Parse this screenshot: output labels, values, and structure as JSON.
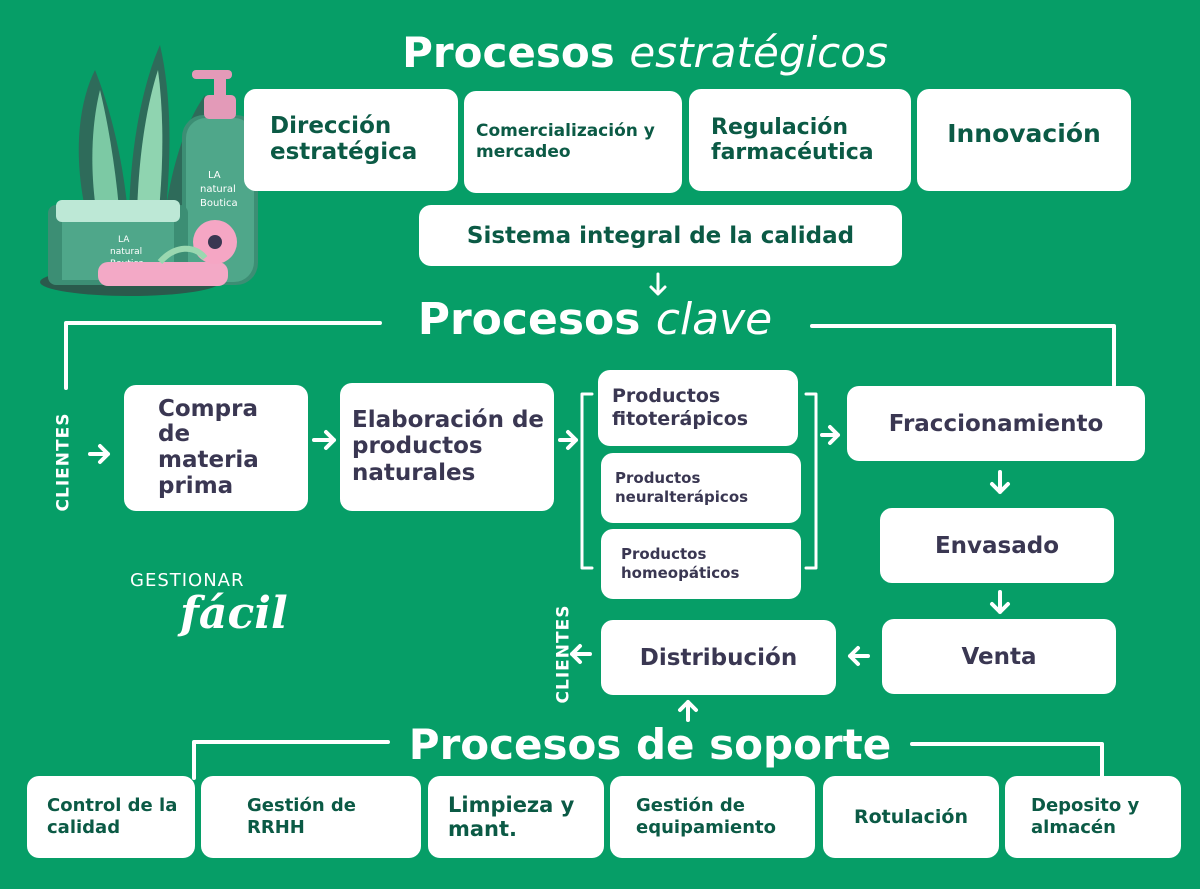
{
  "strategic": {
    "title_bold": "Procesos",
    "title_italic": "estratégicos",
    "boxes": [
      "Dirección estratégica",
      "Comercialización y mercadeo",
      "Regulación farmacéutica",
      "Innovación"
    ],
    "quality": "Sistema integral de la calidad"
  },
  "key": {
    "title_bold": "Procesos",
    "title_italic": "clave",
    "clients_left": "CLIENTES",
    "compra": "Compra de materia prima",
    "elaboracion": "Elaboración de productos naturales",
    "products": [
      "Productos fitoterápicos",
      "Productos neuralterápicos",
      "Productos homeopáticos"
    ],
    "fraccionamiento": "Fraccionamiento",
    "envasado": "Envasado",
    "venta": "Venta",
    "distribucion": "Distribución",
    "clients_right": "CLIENTES"
  },
  "support": {
    "title": "Procesos de soporte",
    "boxes": [
      "Control de la calidad",
      "Gestión de RRHH",
      "Limpieza y mant.",
      "Gestión de equipamiento",
      "Rotulación",
      "Deposito y almacén"
    ]
  },
  "logo": {
    "line1": "GESTIONAR",
    "line2": "fácil"
  },
  "illustration": {
    "label_a": "LA natural Boutica",
    "label_b": "LA natural Boutica"
  },
  "colors": {
    "background": "#069E67",
    "box": "#FFFFFF",
    "green_text": "#0B5A45",
    "dark_text": "#3A3752"
  }
}
